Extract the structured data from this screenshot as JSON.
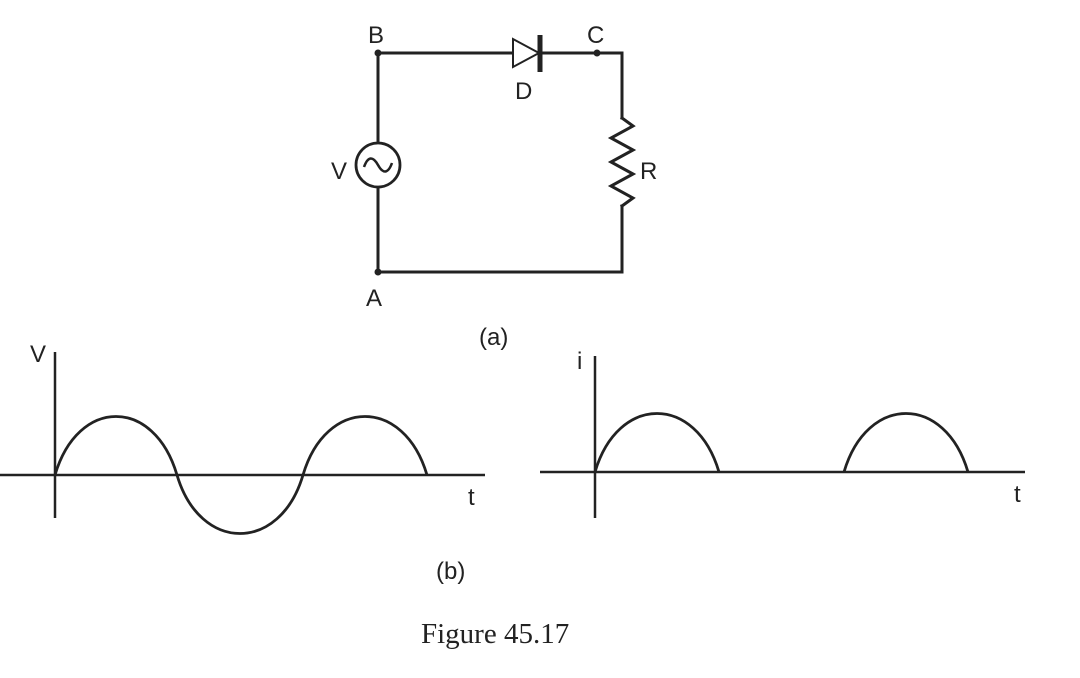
{
  "circuit": {
    "node_b": "B",
    "node_c": "C",
    "node_a": "A",
    "diode_label": "D",
    "source_label": "V",
    "resistor_label": "R",
    "caption": "(a)"
  },
  "graphs": {
    "voltage_axis_label": "V",
    "voltage_time_label": "t",
    "current_axis_label": "i",
    "current_time_label": "t",
    "caption": "(b)"
  },
  "figure_caption": "Figure 45.17",
  "colors": {
    "ink": "#222222",
    "background": "#ffffff"
  }
}
